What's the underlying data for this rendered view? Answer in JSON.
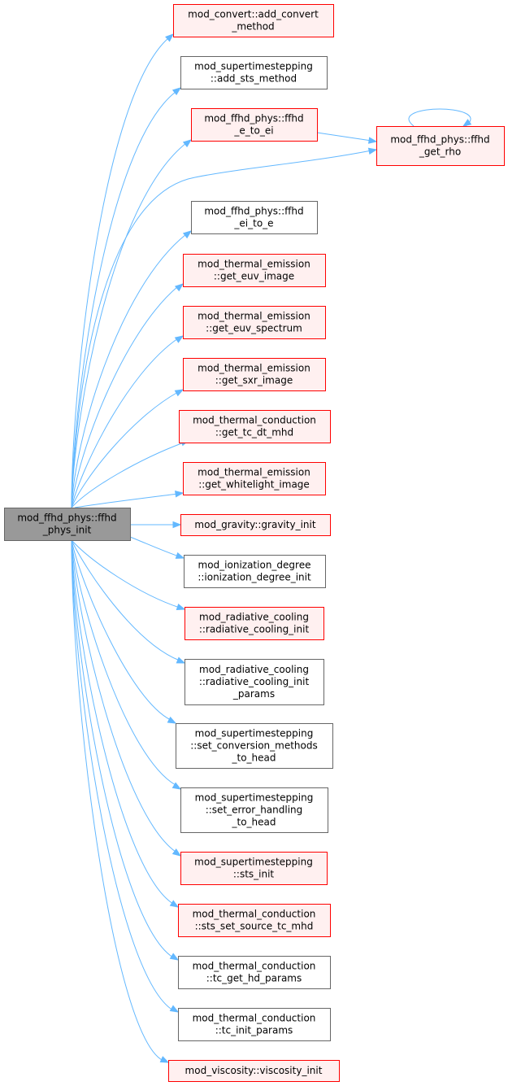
{
  "colors": {
    "edge": "#63b8ff",
    "root_fill": "#999999",
    "root_stroke": "#666666",
    "red_fill": "#fff0f0",
    "red_stroke": "#ff0000",
    "plain_fill": "#ffffff",
    "plain_stroke": "#666666"
  },
  "root": {
    "lines": [
      "mod_ffhd_phys::ffhd",
      "_phys_init"
    ]
  },
  "nodes": [
    {
      "id": "add_convert",
      "lines": [
        "mod_convert::add_convert",
        "_method"
      ],
      "style": "red"
    },
    {
      "id": "add_sts",
      "lines": [
        "mod_supertimestepping",
        "::add_sts_method"
      ],
      "style": "plain"
    },
    {
      "id": "e_to_ei",
      "lines": [
        "mod_ffhd_phys::ffhd",
        "_e_to_ei"
      ],
      "style": "red"
    },
    {
      "id": "get_rho",
      "lines": [
        "mod_ffhd_phys::ffhd",
        "_get_rho"
      ],
      "style": "red"
    },
    {
      "id": "ei_to_e",
      "lines": [
        "mod_ffhd_phys::ffhd",
        "_ei_to_e"
      ],
      "style": "plain"
    },
    {
      "id": "euv_image",
      "lines": [
        "mod_thermal_emission",
        "::get_euv_image"
      ],
      "style": "red"
    },
    {
      "id": "euv_spectrum",
      "lines": [
        "mod_thermal_emission",
        "::get_euv_spectrum"
      ],
      "style": "red"
    },
    {
      "id": "sxr_image",
      "lines": [
        "mod_thermal_emission",
        "::get_sxr_image"
      ],
      "style": "red"
    },
    {
      "id": "tc_dt_mhd",
      "lines": [
        "mod_thermal_conduction",
        "::get_tc_dt_mhd"
      ],
      "style": "red"
    },
    {
      "id": "whitelight",
      "lines": [
        "mod_thermal_emission",
        "::get_whitelight_image"
      ],
      "style": "red"
    },
    {
      "id": "gravity_init",
      "lines": [
        "mod_gravity::gravity_init"
      ],
      "style": "red"
    },
    {
      "id": "ionization",
      "lines": [
        "mod_ionization_degree",
        "::ionization_degree_init"
      ],
      "style": "plain"
    },
    {
      "id": "rc_init",
      "lines": [
        "mod_radiative_cooling",
        "::radiative_cooling_init"
      ],
      "style": "red"
    },
    {
      "id": "rc_params",
      "lines": [
        "mod_radiative_cooling",
        "::radiative_cooling_init",
        "_params"
      ],
      "style": "plain"
    },
    {
      "id": "conv_methods",
      "lines": [
        "mod_supertimestepping",
        "::set_conversion_methods",
        "_to_head"
      ],
      "style": "plain"
    },
    {
      "id": "error_handling",
      "lines": [
        "mod_supertimestepping",
        "::set_error_handling",
        "_to_head"
      ],
      "style": "plain"
    },
    {
      "id": "sts_init",
      "lines": [
        "mod_supertimestepping",
        "::sts_init"
      ],
      "style": "red"
    },
    {
      "id": "sts_source",
      "lines": [
        "mod_thermal_conduction",
        "::sts_set_source_tc_mhd"
      ],
      "style": "red"
    },
    {
      "id": "tc_hd_params",
      "lines": [
        "mod_thermal_conduction",
        "::tc_get_hd_params"
      ],
      "style": "plain"
    },
    {
      "id": "tc_init_params",
      "lines": [
        "mod_thermal_conduction",
        "::tc_init_params"
      ],
      "style": "plain"
    },
    {
      "id": "viscosity",
      "lines": [
        "mod_viscosity::viscosity_init"
      ],
      "style": "red"
    }
  ],
  "edges": [
    {
      "from": "root",
      "to": "add_convert"
    },
    {
      "from": "root",
      "to": "add_sts"
    },
    {
      "from": "root",
      "to": "e_to_ei"
    },
    {
      "from": "root",
      "to": "get_rho"
    },
    {
      "from": "root",
      "to": "ei_to_e"
    },
    {
      "from": "root",
      "to": "euv_image"
    },
    {
      "from": "root",
      "to": "euv_spectrum"
    },
    {
      "from": "root",
      "to": "sxr_image"
    },
    {
      "from": "root",
      "to": "tc_dt_mhd"
    },
    {
      "from": "root",
      "to": "whitelight"
    },
    {
      "from": "root",
      "to": "gravity_init"
    },
    {
      "from": "root",
      "to": "ionization"
    },
    {
      "from": "root",
      "to": "rc_init"
    },
    {
      "from": "root",
      "to": "rc_params"
    },
    {
      "from": "root",
      "to": "conv_methods"
    },
    {
      "from": "root",
      "to": "error_handling"
    },
    {
      "from": "root",
      "to": "sts_init"
    },
    {
      "from": "root",
      "to": "sts_source"
    },
    {
      "from": "root",
      "to": "tc_hd_params"
    },
    {
      "from": "root",
      "to": "tc_init_params"
    },
    {
      "from": "root",
      "to": "viscosity"
    },
    {
      "from": "e_to_ei",
      "to": "get_rho"
    },
    {
      "from": "get_rho",
      "to": "get_rho"
    }
  ]
}
